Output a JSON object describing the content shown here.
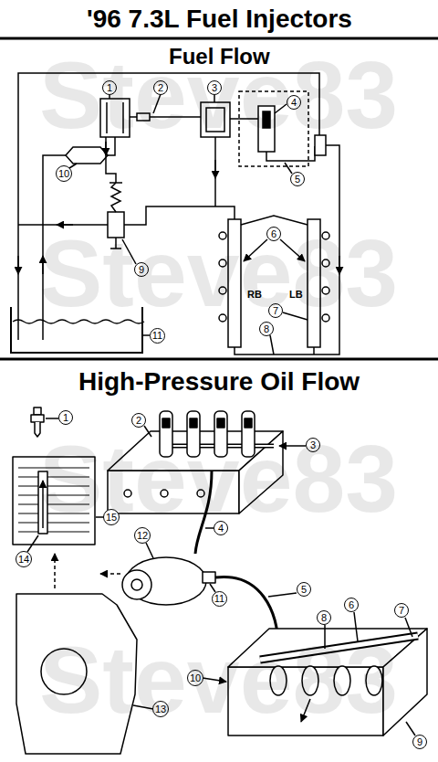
{
  "diagram": {
    "title": "'96 7.3L Fuel Injectors",
    "nodes": [
      {
        "text": [
          "1"
        ]
      },
      {
        "text": [
          "2"
        ]
      },
      {
        "text": [
          "3"
        ]
      },
      {
        "text": [
          "4"
        ]
      },
      {
        "text": [
          "5"
        ]
      },
      {
        "text": [
          "6"
        ]
      },
      {
        "text": [
          "7"
        ]
      },
      {
        "text": [
          "8"
        ]
      },
      {
        "text": [
          "9"
        ]
      },
      {
        "text": [
          "10"
        ]
      },
      {
        "text": [
          "11"
        ]
      },
      {
        "text": [
          "1"
        ]
      },
      {
        "text": [
          "2"
        ]
      },
      {
        "text": [
          "3"
        ]
      },
      {
        "text": [
          "4"
        ]
      },
      {
        "text": [
          "5"
        ]
      },
      {
        "text": [
          "6"
        ]
      },
      {
        "text": [
          "7"
        ]
      },
      {
        "text": [
          "8"
        ]
      },
      {
        "text": [
          "9"
        ]
      },
      {
        "text": [
          "10"
        ]
      },
      {
        "text": [
          "11"
        ]
      },
      {
        "text": [
          "12"
        ]
      },
      {
        "text": [
          "13"
        ]
      },
      {
        "text": [
          "14"
        ]
      },
      {
        "text": [
          "15"
        ]
      }
    ],
    "labels": [
      "Fuel Flow",
      "RB",
      "LB",
      "High-Pressure Oil Flow",
      "Steve83",
      "Steve83",
      "Steve83",
      "Steve83"
    ]
  }
}
